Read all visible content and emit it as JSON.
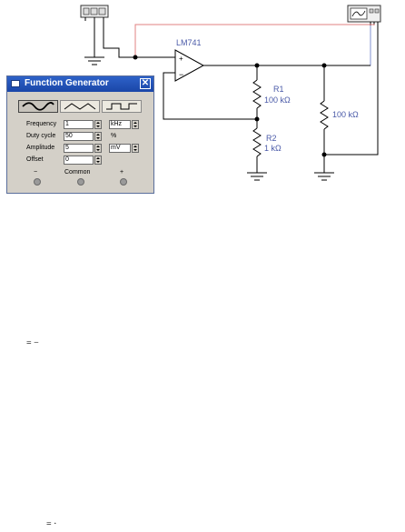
{
  "schematic": {
    "opamp_label": "LM741",
    "r1_name": "R1",
    "r1_value": "100 kΩ",
    "r2_name": "R2",
    "r2_value": "1 kΩ",
    "load_value": "100 kΩ",
    "wire_color": "#000000",
    "probe_wire_color": "#e08080",
    "label_color": "#4a5aa8"
  },
  "function_generator": {
    "title": "Function Generator",
    "waveforms": [
      "sine-wave-icon",
      "triangle-wave-icon",
      "square-wave-icon"
    ],
    "selected_waveform": "sine",
    "params": {
      "frequency": {
        "label": "Frequency",
        "value": "1",
        "unit": "kHz"
      },
      "duty_cycle": {
        "label": "Duty cycle",
        "value": "50",
        "unit": "%"
      },
      "amplitude": {
        "label": "Amplitude",
        "value": "5",
        "unit": "mV"
      },
      "offset": {
        "label": "Offset",
        "value": "0"
      }
    },
    "terminals": {
      "minus": "−",
      "common": "Common",
      "plus": "+"
    }
  },
  "document": {
    "line1": "= −",
    "line2": "=  ·"
  }
}
